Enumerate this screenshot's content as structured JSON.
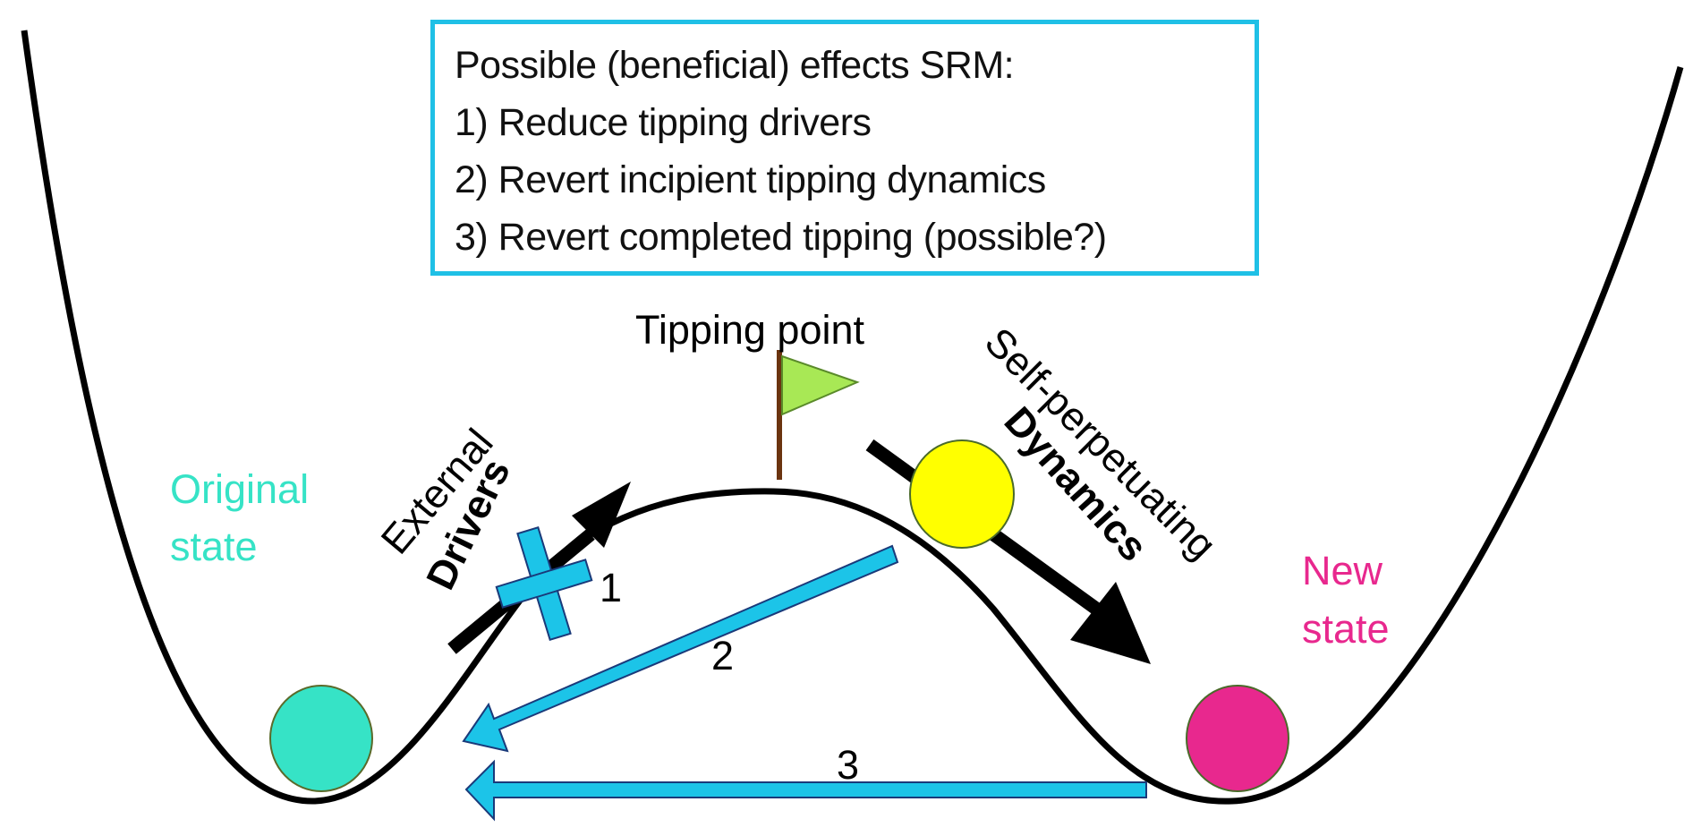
{
  "info_box": {
    "title": "Possible (beneficial) effects SRM:",
    "items": [
      "1) Reduce tipping drivers",
      "2) Revert incipient tipping dynamics",
      "3) Revert completed tipping (possible?)"
    ],
    "border_color": "#1fc0e6"
  },
  "labels": {
    "tipping_point": "Tipping point",
    "original_state_line1": "Original",
    "original_state_line2": "state",
    "new_state_line1": "New",
    "new_state_line2": "state",
    "external": "External",
    "drivers": "Drivers",
    "self_perpetuating": "Self-perpetuating",
    "dynamics": "Dynamics",
    "arrow1": "1",
    "arrow2": "2",
    "arrow3": "3"
  },
  "colors": {
    "original_state": "#36e3c6",
    "new_state": "#e8288e",
    "current_state": "#ffff00",
    "intervention_arrows": "#1cc4e8",
    "intervention_outline": "#1a3a7a",
    "flag": "#a8e855",
    "flag_pole": "#6b3410",
    "landscape": "#000000"
  }
}
